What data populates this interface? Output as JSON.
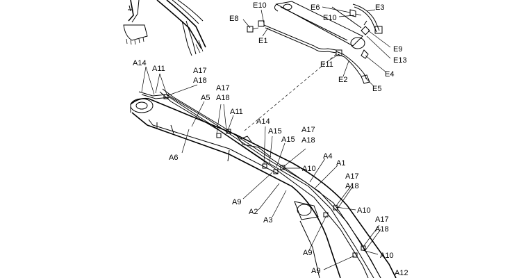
{
  "labels": {
    "a14_top": "A14",
    "a11_top": "A11",
    "a17_top": "A17",
    "a18_top": "A18",
    "a5": "A5",
    "a17_mid": "A17",
    "a18_mid": "A18",
    "a11_mid": "A11",
    "a6": "A6",
    "a14_mid": "A14",
    "a15_a": "A15",
    "a15_b": "A15",
    "a17_c": "A17",
    "a18_c": "A18",
    "a10_a": "A10",
    "a4": "A4",
    "a1": "A1",
    "a17_d": "A17",
    "a18_d": "A18",
    "a9_a": "A9",
    "a2": "A2",
    "a3": "A3",
    "a10_b": "A10",
    "a9_b": "A9",
    "a17_e": "A17",
    "a18_e": "A18",
    "a10_c": "A10",
    "a9_c": "A9",
    "a12": "A12",
    "e10_top": "E10",
    "e8": "E8",
    "e1": "E1",
    "e6": "E6",
    "e10_r": "E10",
    "e3": "E3",
    "e9": "E9",
    "e13": "E13",
    "e4": "E4",
    "e11": "E11",
    "e2": "E2",
    "e5": "E5"
  }
}
